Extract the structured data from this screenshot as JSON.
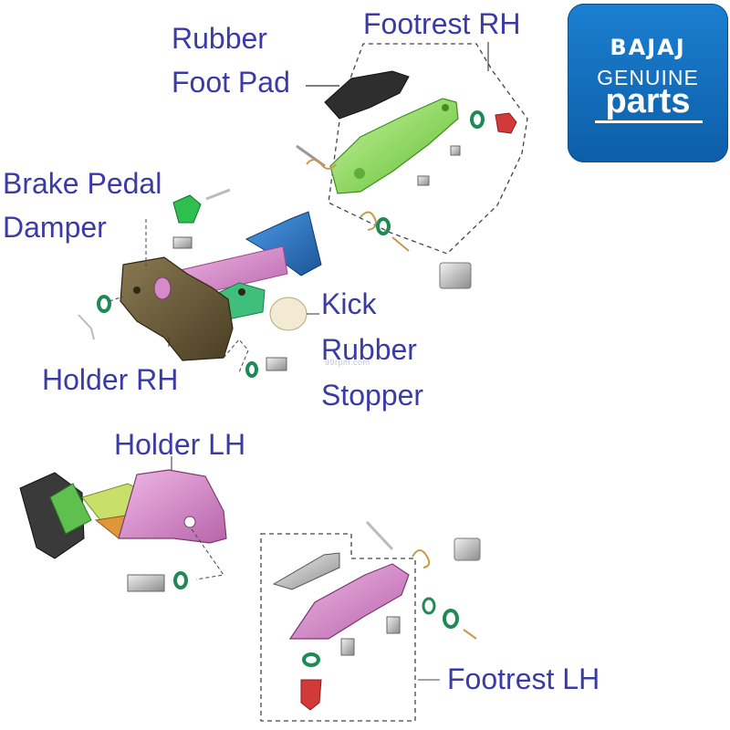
{
  "logo": {
    "brand": "BAJAJ",
    "genuine": "GENUINE",
    "parts": "parts"
  },
  "watermark": "99rpm.com",
  "labels": {
    "rubber_foot_pad": [
      "Rubber",
      "Foot Pad"
    ],
    "footrest_rh": "Footrest RH",
    "brake_pedal_damper": [
      "Brake Pedal",
      "Damper"
    ],
    "kick_rubber_stopper": [
      "Kick",
      "Rubber",
      "Stopper"
    ],
    "holder_rh": "Holder RH",
    "holder_lh": "Holder LH",
    "footrest_lh": "Footrest LH"
  },
  "colors": {
    "label": "#3b3ba8",
    "logo_bg": "#1570c0",
    "footrest_rh": "#8fd35a",
    "footrest_lh": "#d58ac9",
    "holder_rh": "#6b5b3a",
    "holder_lh": "#d58ac9",
    "damper": "#2fbf4f",
    "washer": "#1f8a55",
    "cap": "#d23a3a",
    "blue_bracket": "#2c6fb8"
  }
}
